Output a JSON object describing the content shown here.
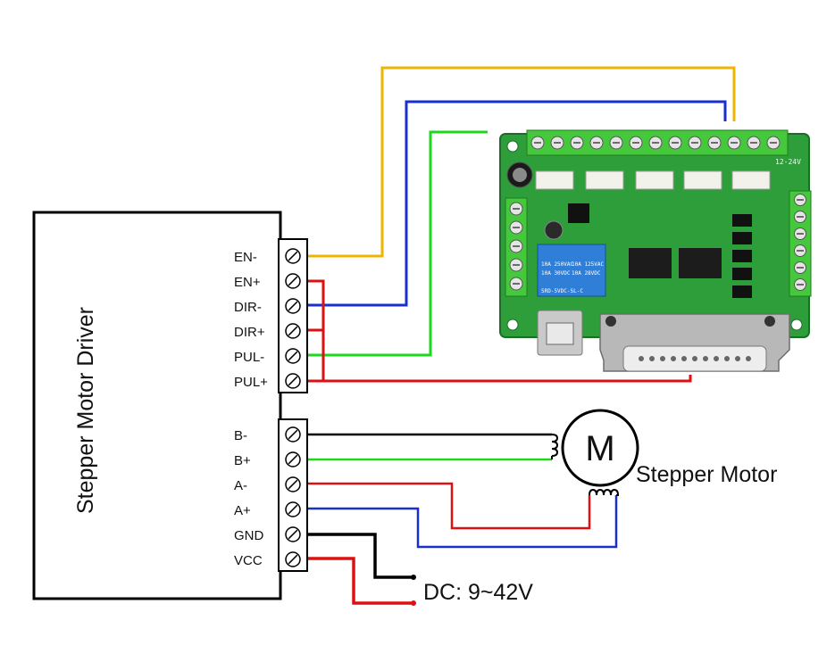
{
  "driver": {
    "title": "Stepper Motor Driver",
    "signal_terminals": [
      "EN-",
      "EN+",
      "DIR-",
      "DIR+",
      "PUL-",
      "PUL+"
    ],
    "power_terminals": [
      "B-",
      "B+",
      "A-",
      "A+",
      "GND",
      "VCC"
    ]
  },
  "motor": {
    "symbol": "M",
    "label": "Stepper Motor"
  },
  "power": {
    "label": "DC: 9~42V"
  },
  "board": {
    "relay_lines": [
      "SRD-5VDC-SL-C",
      "10A 250VAC",
      "10A 125VAC",
      "10A 30VDC",
      "10A 28VDC"
    ],
    "header_label": "12-24V"
  },
  "colors": {
    "en_wire": "#f0b400",
    "dir_wire": "#1a2fd0",
    "pul_wire": "#1ed81e",
    "red_wire": "#dd1111",
    "black_wire": "#000000",
    "blue_wire": "#1a2fd0",
    "pcb": "#2e9e3a",
    "terminal_green": "#45c83c",
    "relay_blue": "#2f7fd8"
  }
}
